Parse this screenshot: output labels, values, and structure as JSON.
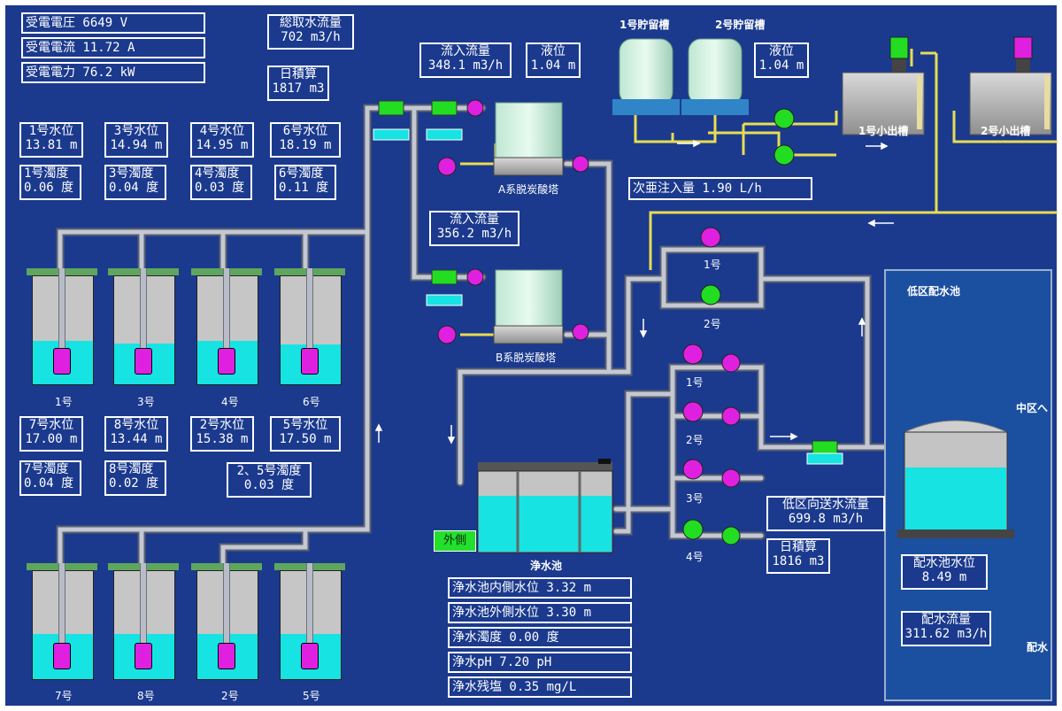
{
  "power": {
    "voltage": "受電電圧 6649 V",
    "current": "受電電流 11.72 A",
    "power": "受電電力 76.2 kW"
  },
  "total_intake": {
    "title": "総取水流量",
    "value": "702 m3/h"
  },
  "daily_total": {
    "title": "日積算",
    "value": "1817 m3"
  },
  "wells_top_status": [
    {
      "level_title": "1号水位",
      "level": "13.81 m",
      "turb_title": "1号濁度",
      "turb": "0.06 度"
    },
    {
      "level_title": "3号水位",
      "level": "14.94 m",
      "turb_title": "3号濁度",
      "turb": "0.04 度"
    },
    {
      "level_title": "4号水位",
      "level": "14.95 m",
      "turb_title": "4号濁度",
      "turb": "0.03 度"
    },
    {
      "level_title": "6号水位",
      "level": "18.19 m",
      "turb_title": "6号濁度",
      "turb": "0.11 度"
    }
  ],
  "wells_bottom_status": [
    {
      "level_title": "7号水位",
      "level": "17.00 m"
    },
    {
      "level_title": "8号水位",
      "level": "13.44 m"
    },
    {
      "level_title": "2号水位",
      "level": "15.38 m"
    },
    {
      "level_title": "5号水位",
      "level": "17.50 m"
    }
  ],
  "turb_bottom": [
    {
      "title": "7号濁度",
      "value": "0.04 度"
    },
    {
      "title": "8号濁度",
      "value": "0.02 度"
    },
    {
      "title": "2、5号濁度",
      "value": "0.03 度"
    }
  ],
  "wells_top": [
    {
      "label": "1号",
      "level_pct": 40
    },
    {
      "label": "3号",
      "level_pct": 38
    },
    {
      "label": "4号",
      "level_pct": 40
    },
    {
      "label": "6号",
      "level_pct": 37
    }
  ],
  "wells_bottom": [
    {
      "label": "7号",
      "level_pct": 42
    },
    {
      "label": "8号",
      "level_pct": 42
    },
    {
      "label": "2号",
      "level_pct": 42
    },
    {
      "label": "5号",
      "level_pct": 42
    }
  ],
  "degas_a": {
    "flow_title": "流入流量",
    "flow": "348.1 m3/h",
    "label": "A系脱炭酸塔"
  },
  "degas_b": {
    "flow_title": "流入流量",
    "flow": "356.2 m3/h",
    "label": "B系脱炭酸塔"
  },
  "level_a": {
    "title": "液位",
    "value": "1.04 m"
  },
  "level_tanks": {
    "title": "液位",
    "value": "1.04 m"
  },
  "storage_tanks": [
    "1号貯留槽",
    "2号貯留槽"
  ],
  "mixing_tanks": [
    "1号小出槽",
    "2号小出槽"
  ],
  "hypochlorite": "次亜注入量 1.90 L/h",
  "booster_pumps": [
    "1号",
    "2号"
  ],
  "transfer_pumps": [
    "1号",
    "2号",
    "3号",
    "4号"
  ],
  "clear_well": {
    "name": "浄水池",
    "outside_btn": "外側",
    "inner_level": "浄水池内側水位 3.32 m",
    "outer_level": "浄水池外側水位 3.30 m",
    "turbidity": "浄水濁度 0.00 度",
    "ph": "浄水pH 7.20 pH",
    "chlorine": "浄水残塩 0.35 mg/L"
  },
  "low_send": {
    "title": "低区向送水流量",
    "value": "699.8 m3/h"
  },
  "low_daily": {
    "title": "日積算",
    "value": "1816 m3"
  },
  "reservoir": {
    "name": "低区配水池",
    "to_middle": "中区へ",
    "distribution": "配水",
    "level_title": "配水池水位",
    "level": "8.49 m",
    "flow_title": "配水流量",
    "flow": "311.62 m3/h"
  },
  "colors": {
    "panel": "#1b3a8e",
    "water": "#17e3e3",
    "pump_running": "#22dd22",
    "pump_stopped": "#e020e0",
    "chem_line": "#f0e060"
  }
}
